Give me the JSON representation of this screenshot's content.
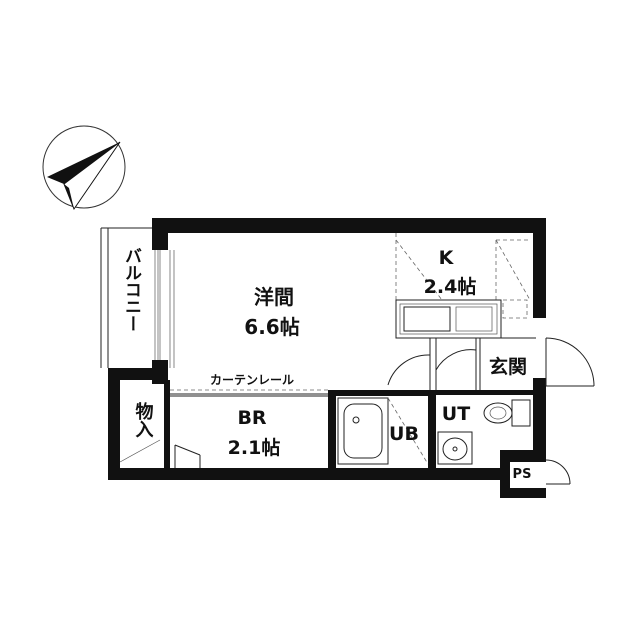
{
  "rooms": {
    "western": {
      "name": "洋間",
      "size": "6.6帖"
    },
    "kitchen": {
      "name": "K",
      "size": "2.4帖"
    },
    "bedroom": {
      "name": "BR",
      "size": "2.1帖"
    },
    "unit_bath": {
      "name": "UB"
    },
    "utility": {
      "name": "UT"
    },
    "entrance": {
      "name": "玄関"
    },
    "storage": {
      "name": "物入"
    },
    "pipe_space": {
      "name": "PS"
    }
  },
  "balcony": {
    "name": "バルコニー"
  },
  "curtain_rail": {
    "label": "カーテンレール"
  },
  "icons": [
    "compass-north-arrow-icon",
    "toilet-icon",
    "washbasin-icon",
    "bathtub-icon",
    "sink-icon"
  ],
  "colors": {
    "wall": "#111111",
    "line": "#222222",
    "background": "#ffffff"
  }
}
